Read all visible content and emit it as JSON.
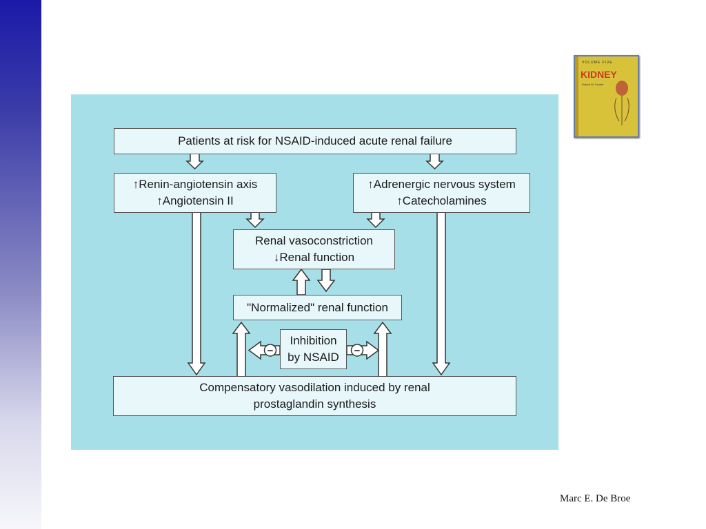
{
  "slide": {
    "credit": "Marc E. De Broe",
    "book_cover": {
      "volume_label": "VOLUME FIVE",
      "title": "KIDNEY",
      "editor_lines": [
        "Robert W. Schrier"
      ]
    }
  },
  "diagram": {
    "top_box": "Patients at risk for NSAID-induced acute renal failure",
    "left_box": [
      "↑Renin-angiotensin axis",
      "↑Angiotensin II"
    ],
    "right_box": [
      "↑Adrenergic nervous system",
      "↑Catecholamines"
    ],
    "middle_box": [
      "Renal vasoconstriction",
      "↓Renal function"
    ],
    "normalized_box": "\"Normalized\" renal function",
    "inhibition_box": [
      "Inhibition",
      "by NSAID"
    ],
    "bottom_box": [
      "Compensatory vasodilation induced by renal",
      "prostaglandin synthesis"
    ],
    "inhibitor_symbol": "−"
  }
}
